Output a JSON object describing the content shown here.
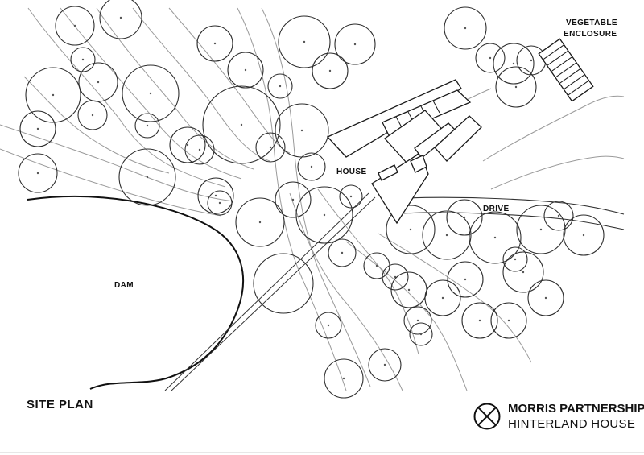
{
  "drawing": {
    "title": "SITE PLAN",
    "labels": {
      "vegetable_enclosure_line1": "VEGETABLE",
      "vegetable_enclosure_line2": "ENCLOSURE",
      "house": "HOUSE",
      "drive": "DRIVE",
      "dam": "DAM"
    }
  },
  "title_block": {
    "firm": "MORRIS PARTNERSHIP",
    "project": "HINTERLAND HOUSE",
    "logo_icon": "circle-cross-logo"
  },
  "colors": {
    "line": "#1a1a1a",
    "contour": "#9a9a9a",
    "background": "#ffffff"
  }
}
